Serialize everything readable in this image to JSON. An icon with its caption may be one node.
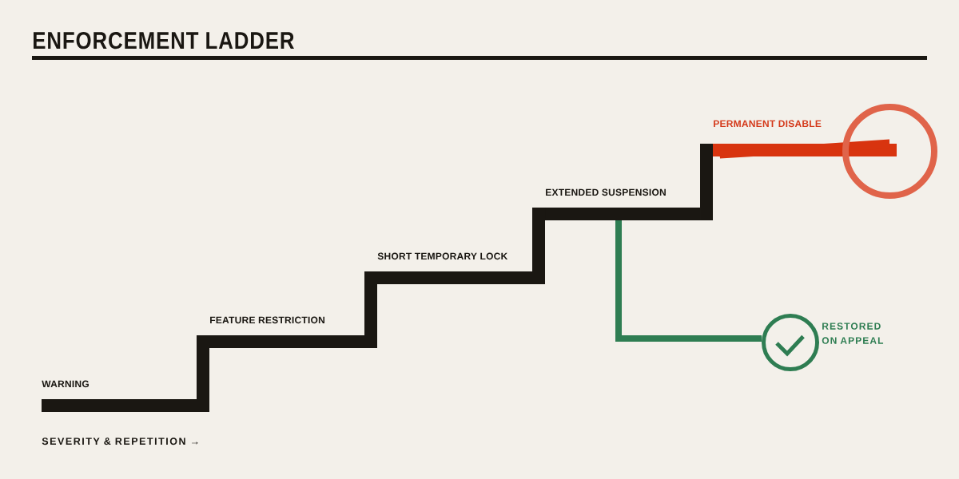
{
  "diagram": {
    "title": "ENFORCEMENT LADDER",
    "nodes": [
      {
        "text": [
          "WARNING"
        ]
      },
      {
        "text": [
          "FEATURE RESTRICTION"
        ]
      },
      {
        "text": [
          "SHORT TEMPORARY LOCK"
        ]
      },
      {
        "text": [
          "EXTENDED SUSPENSION"
        ]
      },
      {
        "text": [
          "PERMANENT DISABLE"
        ]
      },
      {
        "text": [],
        "shape": "circle"
      },
      {
        "text": [],
        "shape": "circle",
        "beside": [
          "RESTORED ON APPEAL"
        ]
      }
    ],
    "edges": [
      {
        "from": 0,
        "to": 1,
        "arrow": "none"
      },
      {
        "from": 1,
        "to": 2,
        "arrow": "none"
      },
      {
        "from": 2,
        "to": 3,
        "arrow": "none"
      },
      {
        "from": 3,
        "to": 4,
        "arrow": "none"
      },
      {
        "from": 3,
        "to": 6,
        "arrow": "none",
        "color": "#2e7d52"
      }
    ],
    "labels": [
      "SEVERITY & REPETITION →"
    ]
  }
}
